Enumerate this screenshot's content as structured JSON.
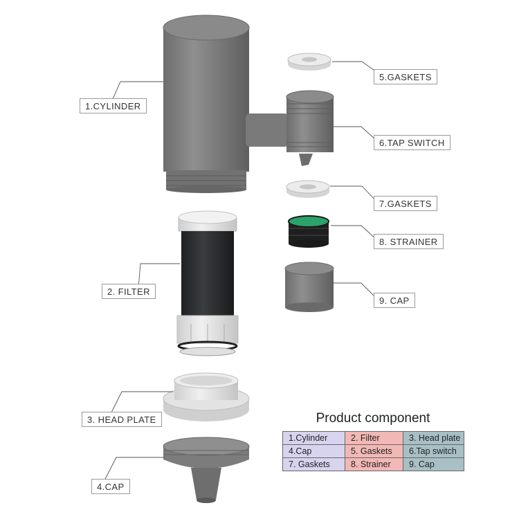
{
  "labels": {
    "cylinder": "1.CYLINDER",
    "filter": "2. FILTER",
    "head_plate": "3. HEAD PLATE",
    "cap4": "4.CAP",
    "gaskets5": "5.GASKETS",
    "tap_switch": "6.TAP SWITCH",
    "gaskets7": "7.GASKETS",
    "strainer": "8. STRAINER",
    "cap9": "9. CAP"
  },
  "table": {
    "title": "Product component",
    "rows": [
      [
        {
          "text": "1.Cylinder",
          "color": "#d8d4ef"
        },
        {
          "text": "2. Filter",
          "color": "#f2b8b6"
        },
        {
          "text": "3. Head plate",
          "color": "#a8c0c5"
        }
      ],
      [
        {
          "text": "4.Cap",
          "color": "#d8d4ef"
        },
        {
          "text": "5. Gaskets",
          "color": "#f2b8b6"
        },
        {
          "text": "6.Tap switch",
          "color": "#a8c0c5"
        }
      ],
      [
        {
          "text": "7. Gaskets",
          "color": "#d8d4ef"
        },
        {
          "text": "8. Strainer",
          "color": "#f2b8b6"
        },
        {
          "text": "9. Cap",
          "color": "#a8c0c5"
        }
      ]
    ]
  },
  "colors": {
    "body_gray": "#7c7c7c",
    "filter_black": "#2a2c2e",
    "plastic_white": "#e4e4e4",
    "strainer_green": "#2aa36a"
  }
}
